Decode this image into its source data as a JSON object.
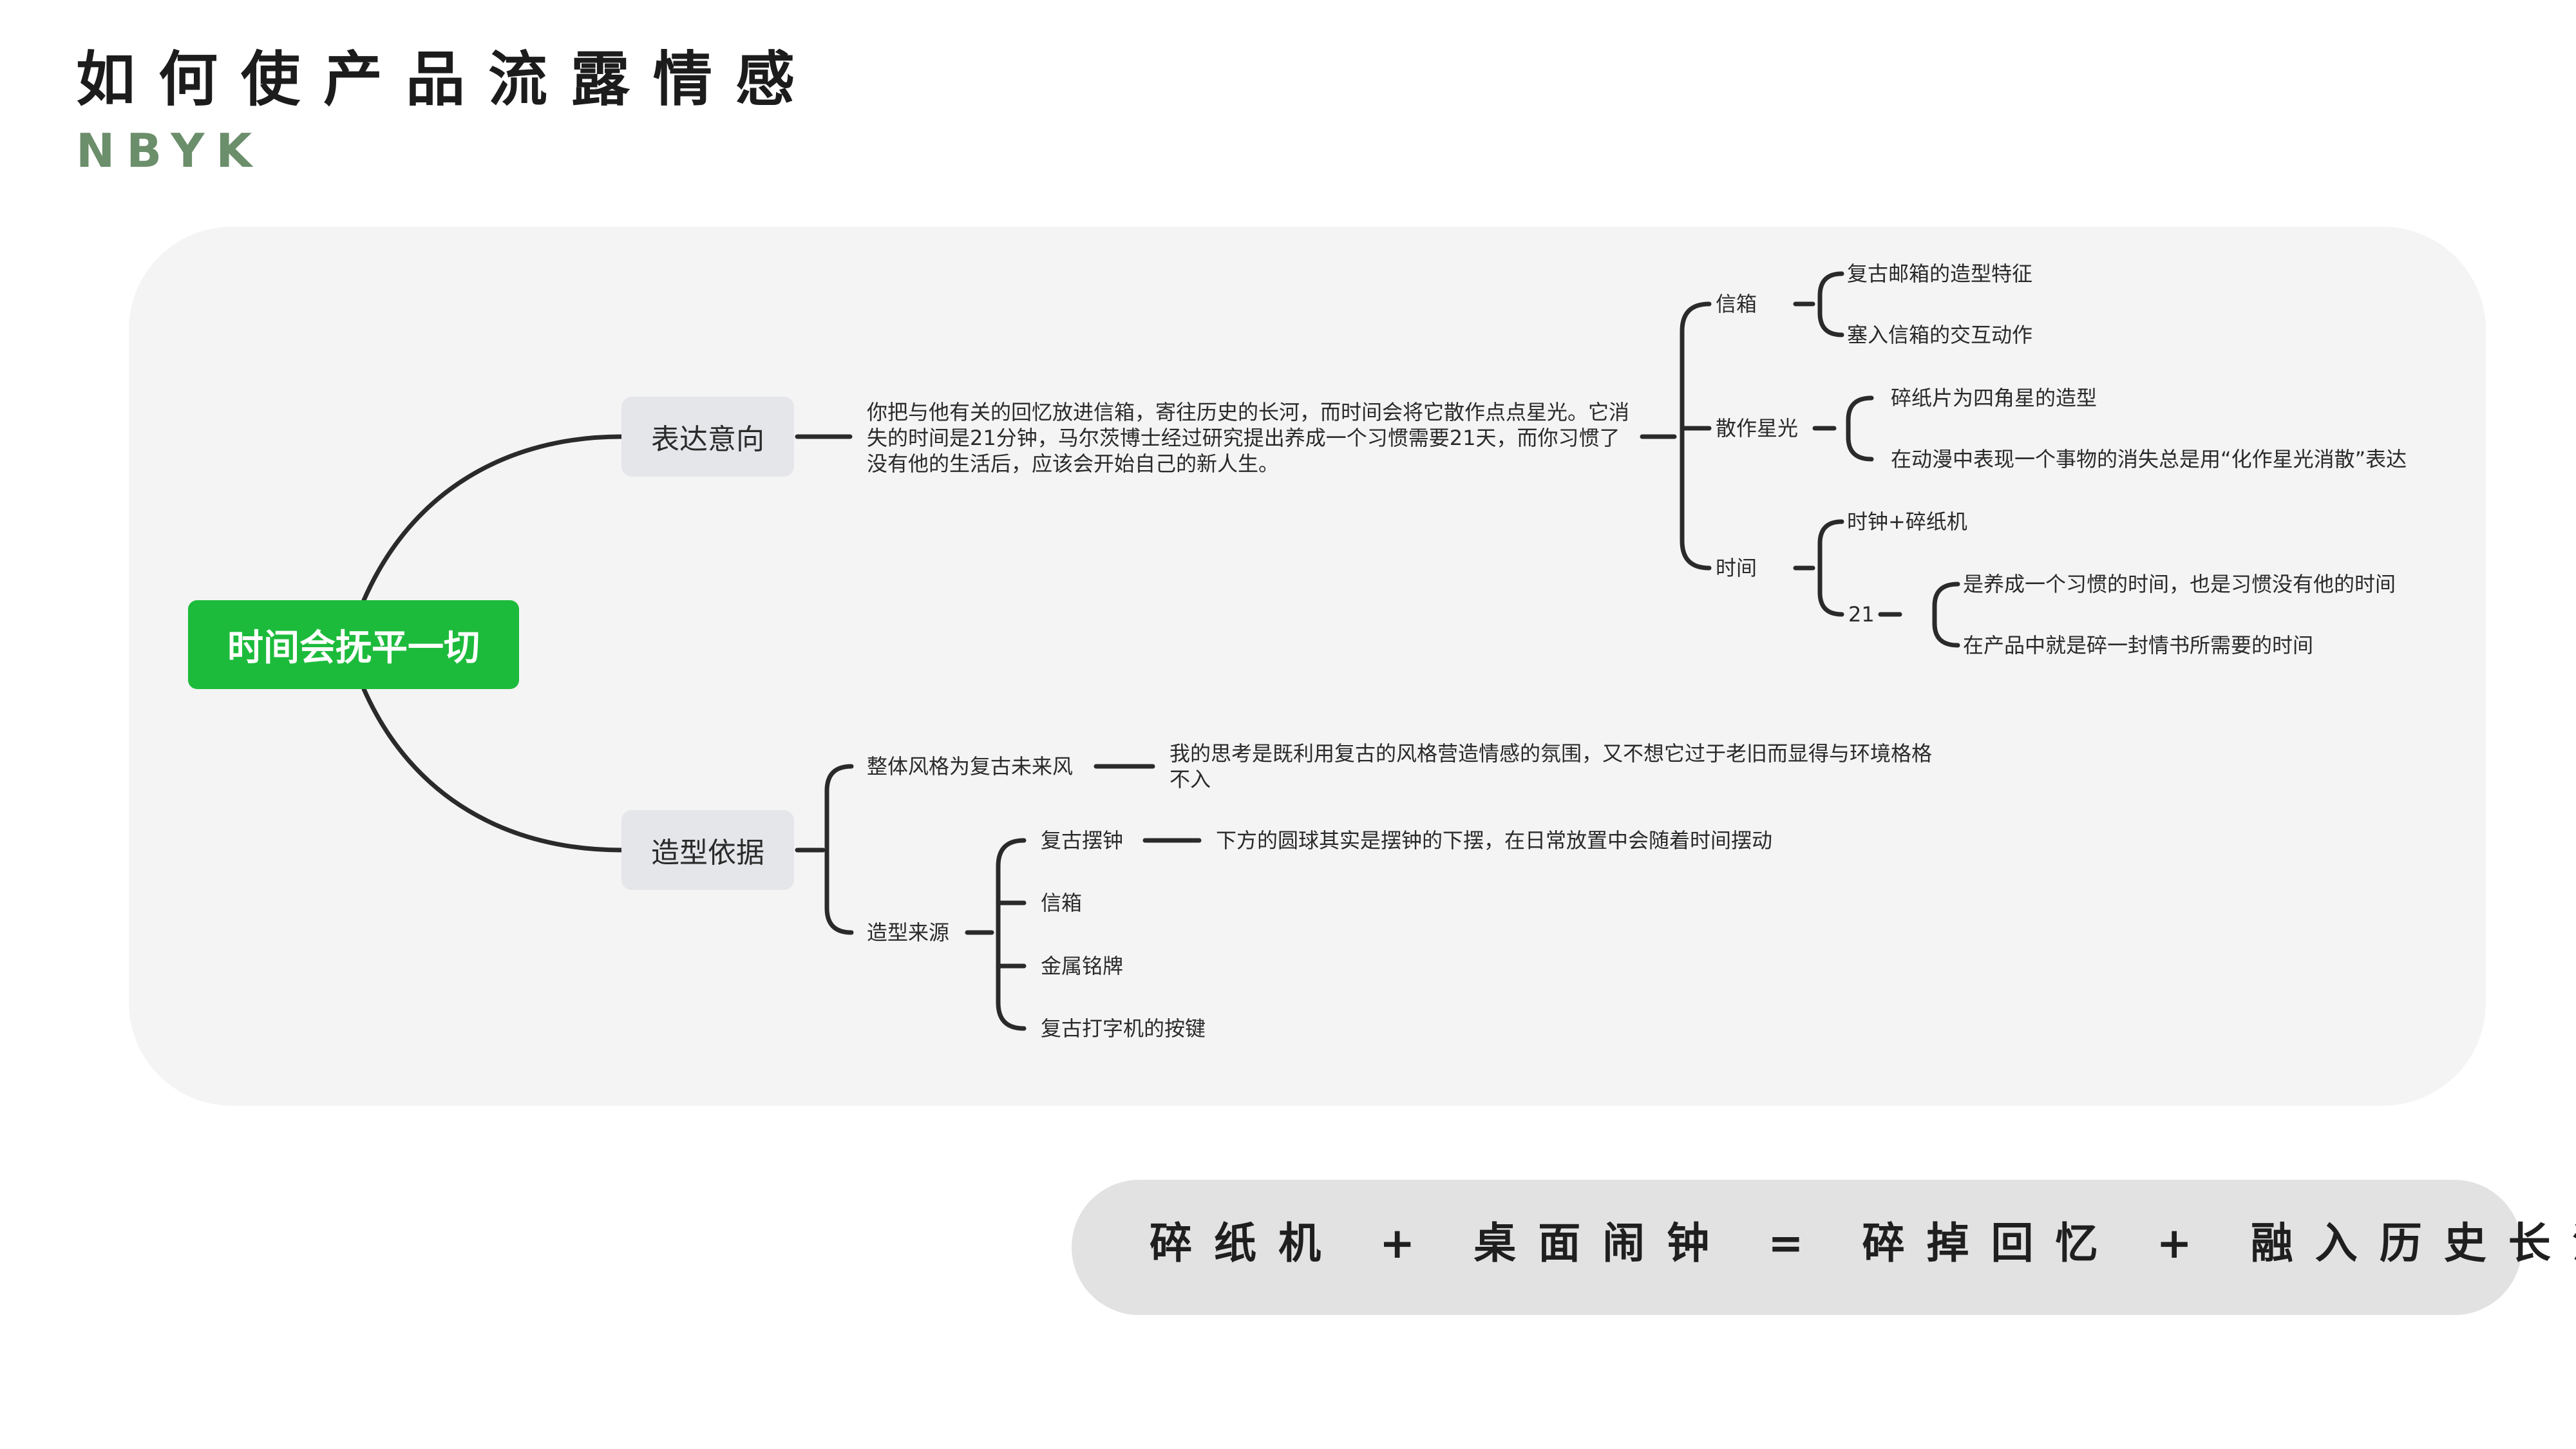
{
  "header": {
    "title": "如何使产品流露情感",
    "subtitle": "NBYK"
  },
  "mindmap": {
    "root": "时间会抚平一切",
    "expression": {
      "label": "表达意向",
      "description": "你把与他有关的回忆放进信箱，寄往历史的长河，而时间会将它散作点点星光。它消失的时间是21分钟，马尔茨博士经过研究提出养成一个习惯需要21天，而你习惯了没有他的生活后，应该会开始自己的新人生。",
      "children": [
        {
          "label": "信箱",
          "children": [
            "复古邮箱的造型特征",
            "塞入信箱的交互动作"
          ]
        },
        {
          "label": "散作星光",
          "children": [
            "碎纸片为四角星的造型",
            "在动漫中表现一个事物的消失总是用“化作星光消散”表达"
          ]
        },
        {
          "label": "时间",
          "children": [
            "时钟+碎纸机",
            {
              "label": "21",
              "children": [
                "是养成一个习惯的时间，也是习惯没有他的时间",
                "在产品中就是碎一封情书所需要的时间"
              ]
            }
          ]
        }
      ]
    },
    "form": {
      "label": "造型依据",
      "style": {
        "label": "整体风格为复古未来风",
        "note": "我的思考是既利用复古的风格营造情感的氛围，又不想它过于老旧而显得与环境格格不入"
      },
      "source": {
        "label": "造型来源",
        "children": [
          {
            "label": "复古摆钟",
            "note": "下方的圆球其实是摆钟的下摆，在日常放置中会随着时间摆动"
          },
          {
            "label": "信箱"
          },
          {
            "label": "金属铭牌"
          },
          {
            "label": "复古打字机的按键"
          }
        ]
      }
    }
  },
  "formula": "碎纸机 + 桌面闹钟 = 碎掉回忆 + 融入历史长河",
  "colors": {
    "root": "#1dbb3c",
    "subtitle": "#6b8e6b",
    "panel": "#f4f4f4",
    "branch": "#e4e6e9",
    "line": "#2a2a2a",
    "formula_bar": "#e2e2e2"
  }
}
